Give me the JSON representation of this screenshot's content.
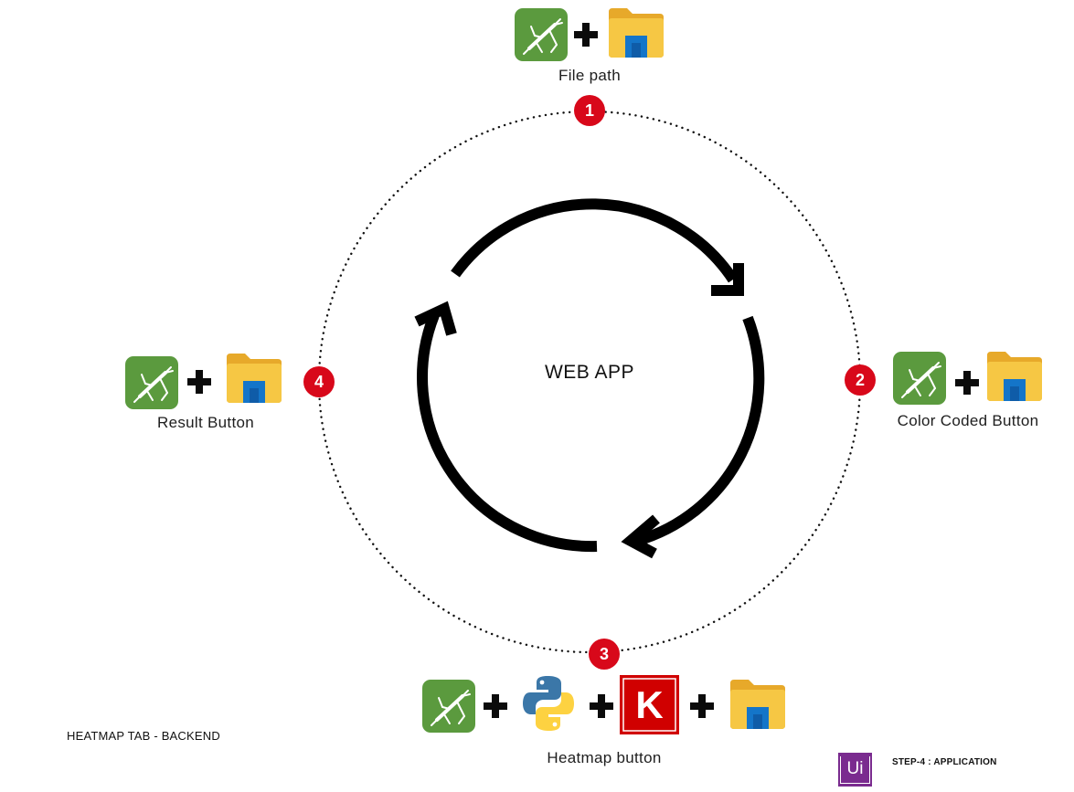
{
  "center": {
    "label": "WEB APP"
  },
  "steps": [
    {
      "number": "1",
      "label": "File path",
      "icons": [
        "grasshopper-icon",
        "file-explorer-icon"
      ]
    },
    {
      "number": "2",
      "label": "Color Coded Button",
      "icons": [
        "grasshopper-icon",
        "file-explorer-icon"
      ]
    },
    {
      "number": "3",
      "label": "Heatmap button",
      "icons": [
        "grasshopper-icon",
        "python-icon",
        "keras-icon",
        "file-explorer-icon"
      ]
    },
    {
      "number": "4",
      "label": "Result Button",
      "icons": [
        "grasshopper-icon",
        "file-explorer-icon"
      ]
    }
  ],
  "footer": {
    "left_label": "HEATMAP TAB - BACKEND",
    "right_label": "STEP-4 : APPLICATION",
    "logo_icon": "uipath-logo-icon",
    "logo_text": "Ui"
  },
  "keras": {
    "letter": "K"
  },
  "colors": {
    "badge": "#d8081a",
    "grasshopper": "#5b9a3e",
    "keras": "#d00000",
    "folder": "#f6c744",
    "folder_blue": "#1475c9",
    "logo": "#7a2b8f"
  }
}
